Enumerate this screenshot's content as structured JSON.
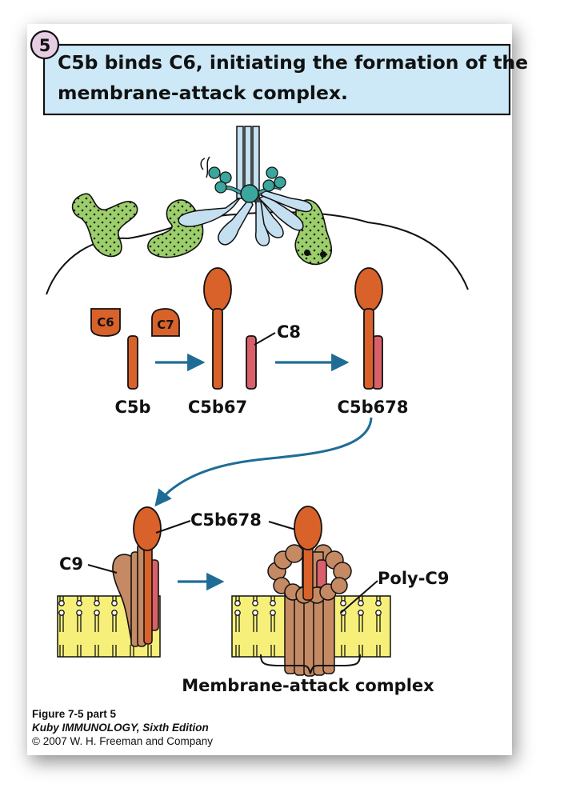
{
  "header": {
    "step_number": "5",
    "title_line1": "C5b binds C6, initiating the formation of the",
    "title_line2": "membrane-attack complex."
  },
  "labels": {
    "c6": "C6",
    "c7": "C7",
    "c8": "C8",
    "c5b": "C5b",
    "c5b67": "C5b67",
    "c5b678_top": "C5b678",
    "c5b678_bottom": "C5b678",
    "c9": "C9",
    "poly_c9": "Poly-C9",
    "mac": "Membrane-attack complex"
  },
  "caption": {
    "figure": "Figure 7-5 part 5",
    "book": "Kuby IMMUNOLOGY, Sixth Edition",
    "copyright": "© 2007 W. H. Freeman and Company"
  },
  "colors": {
    "header_bg": "#cde9f7",
    "badge_bg": "#e6cde4",
    "orange": "#d8622a",
    "pink": "#d9606a",
    "tan": "#c58a64",
    "membrane": "#f6ef7a",
    "arrow": "#1f6d96",
    "antibody": "#c4dff0",
    "c1": "#3aa69e",
    "antigen": "#9ccf6b"
  }
}
